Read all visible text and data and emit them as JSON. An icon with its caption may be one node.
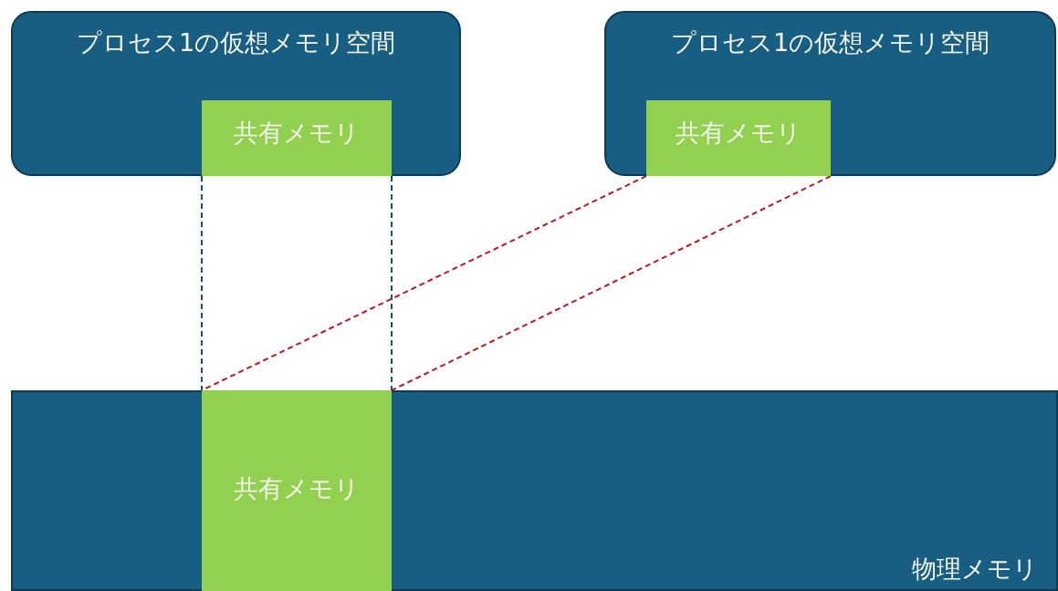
{
  "diagram": {
    "nodes": [
      {
        "text": [
          "プロセス1の仮想メモリ空間"
        ]
      },
      {
        "text": [
          "共有メモリ"
        ],
        "in": 0
      },
      {
        "text": [
          "プロセス1の仮想メモリ空間"
        ]
      },
      {
        "text": [
          "共有メモリ"
        ],
        "in": 2
      },
      {
        "text": [
          "物理メモリ"
        ]
      },
      {
        "text": [
          "共有メモリ"
        ],
        "in": 4
      }
    ],
    "edges": [
      {
        "from": 1,
        "to": 5,
        "arrow": "none",
        "style": "dashed",
        "color": "#1a4f6e"
      },
      {
        "from": 1,
        "to": 5,
        "arrow": "none",
        "style": "dashed",
        "color": "#1a4f6e"
      },
      {
        "from": 3,
        "to": 5,
        "arrow": "none",
        "style": "dashed",
        "color": "#c0161e"
      },
      {
        "from": 3,
        "to": 5,
        "arrow": "none",
        "style": "dashed",
        "color": "#c0161e"
      }
    ]
  }
}
